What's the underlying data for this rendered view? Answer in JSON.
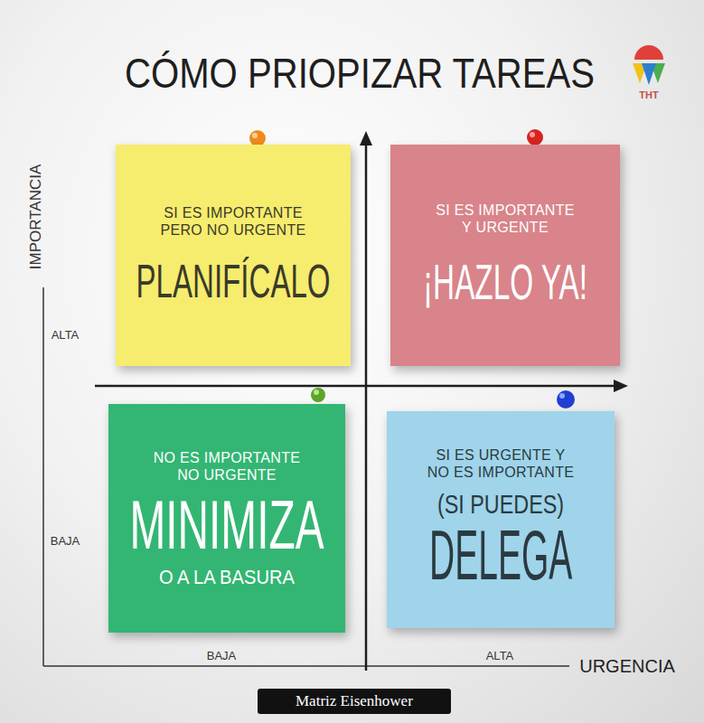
{
  "diagram": {
    "title": "CÓMO PRIOPIZAR TAREAS",
    "caption": "Matriz Eisenhower",
    "nodes": [
      {
        "text": [
          "SI ES IMPORTANTE PERO NO URGENTE",
          "PLANIFÍCALO"
        ]
      },
      {
        "text": [
          "SI ES IMPORTANTE Y URGENTE",
          "¡HAZLO YA!"
        ]
      },
      {
        "text": [
          "NO ES IMPORTANTE NO URGENTE",
          "MINIMIZA",
          "O A LA BASURA"
        ]
      },
      {
        "text": [
          "SI ES URGENTE Y NO ES IMPORTANTE",
          "(SI PUEDES)",
          "DELEGA"
        ]
      }
    ],
    "labels": [
      "IMPORTANCIA",
      "ALTA",
      "BAJA",
      "BAJA",
      "ALTA",
      "URGENCIA",
      "THT"
    ]
  }
}
